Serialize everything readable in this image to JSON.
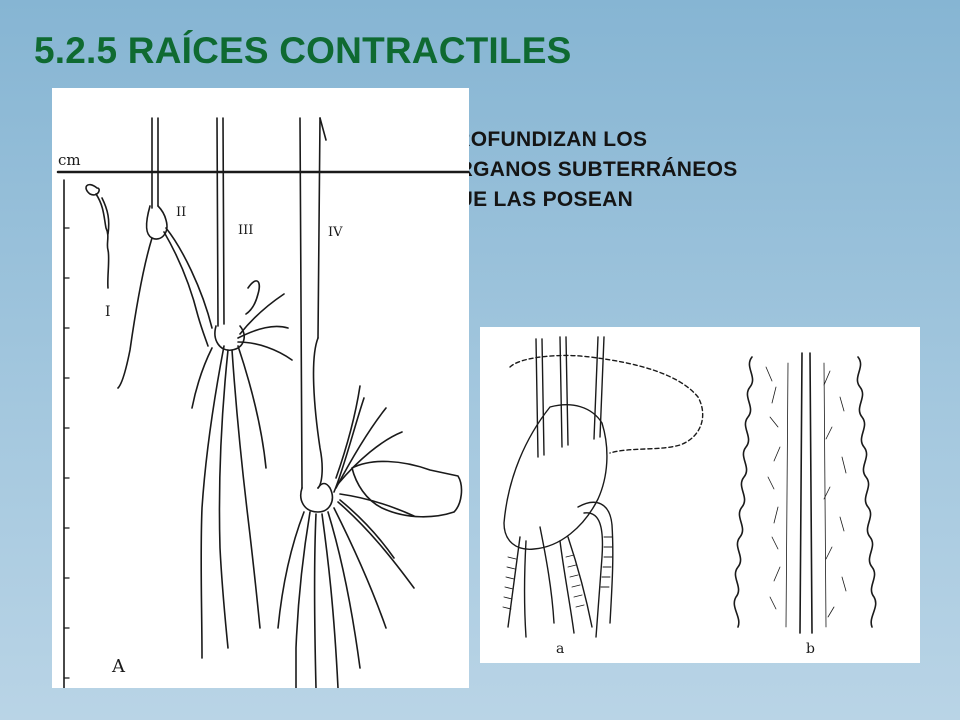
{
  "slide": {
    "title": "5.2.5 RAÍCES CONTRACTILES",
    "text_lines": [
      "PROFUNDIZAN LOS",
      "ÓRGANOS SUBTERRÁNEOS",
      "QUE LAS POSEAN"
    ]
  },
  "figure_a": {
    "scale_unit": "cm",
    "stage_labels": [
      "I",
      "II",
      "III",
      "IV"
    ],
    "panel_label": "A"
  },
  "figure_ab": {
    "panel_labels": [
      "a",
      "b"
    ]
  },
  "colors": {
    "title": "#0f6a31",
    "text": "#151515",
    "background_top": "#86b5d3",
    "background_bottom": "#b9d4e6",
    "figure_bg": "#ffffff",
    "ink": "#1a1a1a"
  }
}
